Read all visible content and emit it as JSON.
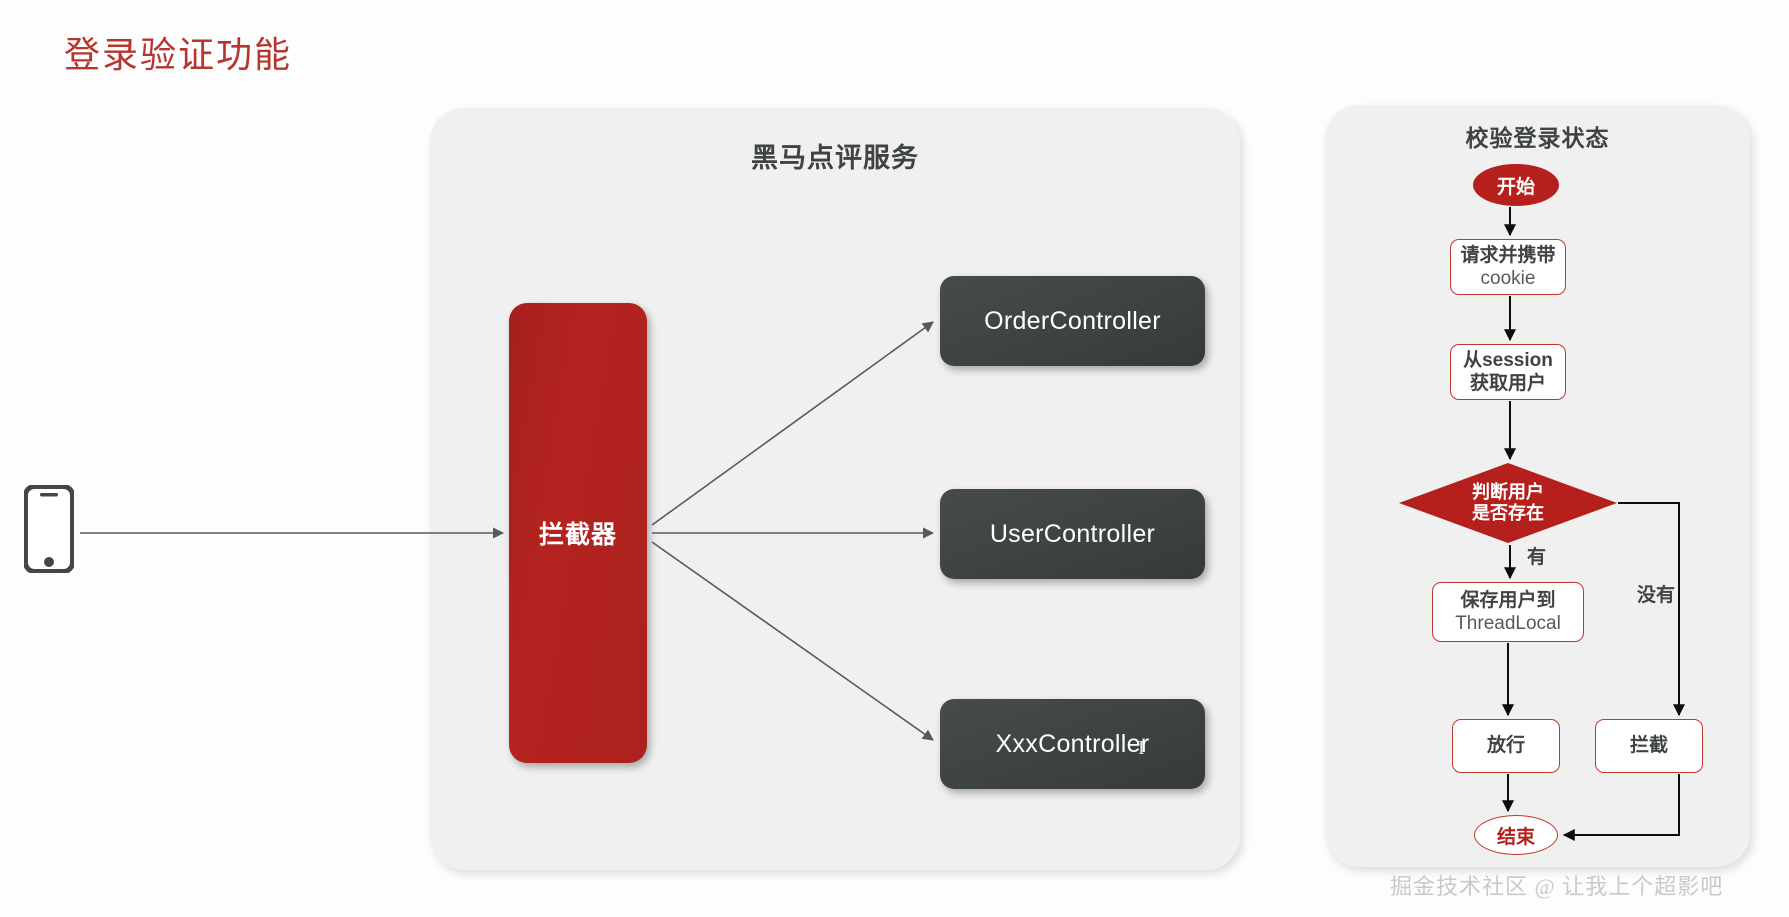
{
  "title": "登录验证功能",
  "colors": {
    "title_red": "#b5362f",
    "panel_bg": "#f0f0f0",
    "interceptor_red": "#b4231f",
    "controller_dark": "#3c4341",
    "node_border_red": "#c0392b",
    "decision_red": "#b5201d",
    "text_dark": "#3f4442",
    "watermark_gray": "#c9c9c9"
  },
  "client": {
    "icon": "smartphone-icon"
  },
  "service_panel": {
    "title": "黑马点评服务",
    "interceptor": {
      "label": "拦截器"
    },
    "controllers": [
      {
        "label": "OrderController"
      },
      {
        "label": "UserController"
      },
      {
        "label": "XxxController"
      }
    ]
  },
  "flow_panel": {
    "title": "校验登录状态",
    "nodes": [
      {
        "key": "start",
        "shape": "ellipse",
        "label": "开始"
      },
      {
        "key": "cookie",
        "shape": "rounded-rect",
        "line1": "请求并携带",
        "line2": "cookie"
      },
      {
        "key": "session",
        "shape": "rounded-rect",
        "line1": "从session",
        "line2": "获取用户"
      },
      {
        "key": "decision",
        "shape": "diamond",
        "line1": "判断用户",
        "line2": "是否存在"
      },
      {
        "key": "save",
        "shape": "rounded-rect",
        "line1": "保存用户到",
        "line2": "ThreadLocal"
      },
      {
        "key": "pass",
        "shape": "rounded-rect",
        "line1": "放行",
        "line2": ""
      },
      {
        "key": "block",
        "shape": "rounded-rect",
        "line1": "拦截",
        "line2": ""
      },
      {
        "key": "end",
        "shape": "ellipse",
        "label": "结束"
      }
    ],
    "branch_labels": {
      "yes": "有",
      "no": "没有"
    }
  },
  "watermark": "掘金技术社区 @ 让我上个超影吧"
}
